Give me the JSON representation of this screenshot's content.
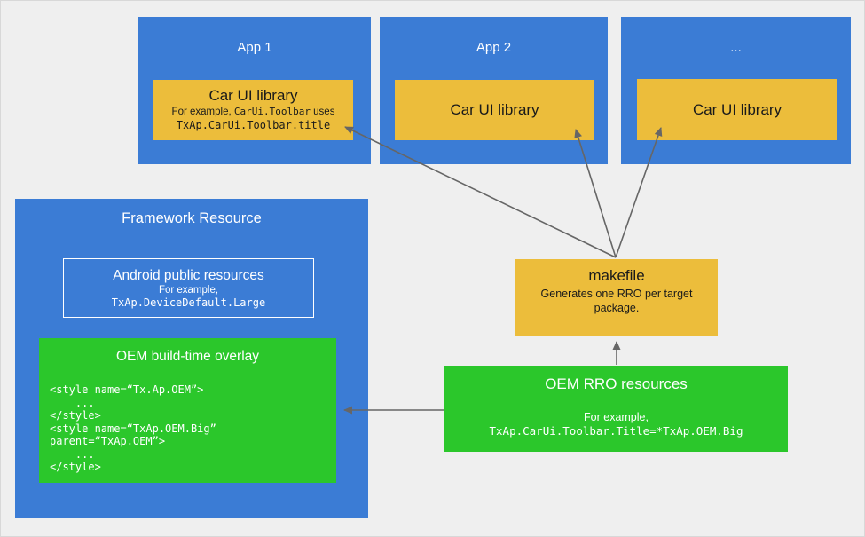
{
  "palette": {
    "blue": "#3b7cd5",
    "yellow": "#ecbd3b",
    "green": "#2bc72b",
    "arrow": "#666666",
    "background": "#efefef"
  },
  "apps": [
    {
      "title": "App 1",
      "library": {
        "title": "Car UI library",
        "line2_prefix": "For example, ",
        "line2_code": "CarUi.Toolbar",
        "line2_suffix": " uses",
        "line3_code": "TxAp.CarUi.Toolbar.title"
      }
    },
    {
      "title": "App 2",
      "library": {
        "title": "Car UI library"
      }
    },
    {
      "title": "...",
      "library": {
        "title": "Car UI library"
      }
    }
  ],
  "framework": {
    "title": "Framework Resource",
    "public_resources": {
      "title": "Android public resources",
      "subtitle": "For example,",
      "code": "TxAp.DeviceDefault.Large"
    },
    "overlay": {
      "title": "OEM build-time overlay",
      "code_lines": [
        "<style name=“Tx.Ap.OEM”>",
        "    ...",
        "</style>",
        "<style name=“TxAp.OEM.Big”",
        "parent=“TxAp.OEM”>",
        "    ...",
        "</style>"
      ]
    }
  },
  "makefile": {
    "title": "makefile",
    "subtitle": "Generates one RRO per target package."
  },
  "rro": {
    "title": "OEM RRO resources",
    "subtitle": "For example,",
    "code": "TxAp.CarUi.Toolbar.Title=*TxAp.OEM.Big"
  }
}
